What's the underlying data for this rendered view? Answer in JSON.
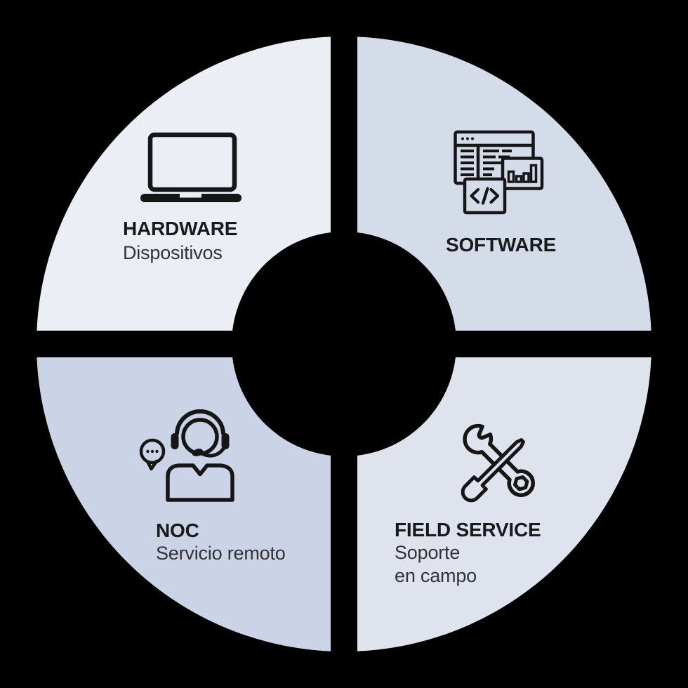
{
  "diagram": {
    "type": "four-quadrant donut infographic",
    "background_color": "#000000",
    "icon_stroke_color": "#161616"
  },
  "quadrants": [
    {
      "position": "top-left",
      "title": "HARDWARE",
      "subtitle_lines": [
        "Dispositivos"
      ],
      "color": "#ebeef5",
      "icon": "laptop-icon"
    },
    {
      "position": "top-right",
      "title": "SOFTWARE",
      "subtitle_lines": [],
      "color": "#d5dce9",
      "icon": "software-windows-icon"
    },
    {
      "position": "bottom-left",
      "title": "NOC",
      "subtitle_lines": [
        "Servicio remoto"
      ],
      "color": "#cad4e6",
      "icon": "support-agent-headset-icon"
    },
    {
      "position": "bottom-right",
      "title": "FIELD SERVICE",
      "subtitle_lines": [
        "Soporte",
        "en campo"
      ],
      "color": "#dee3ee",
      "icon": "wrench-screwdriver-icon"
    }
  ]
}
